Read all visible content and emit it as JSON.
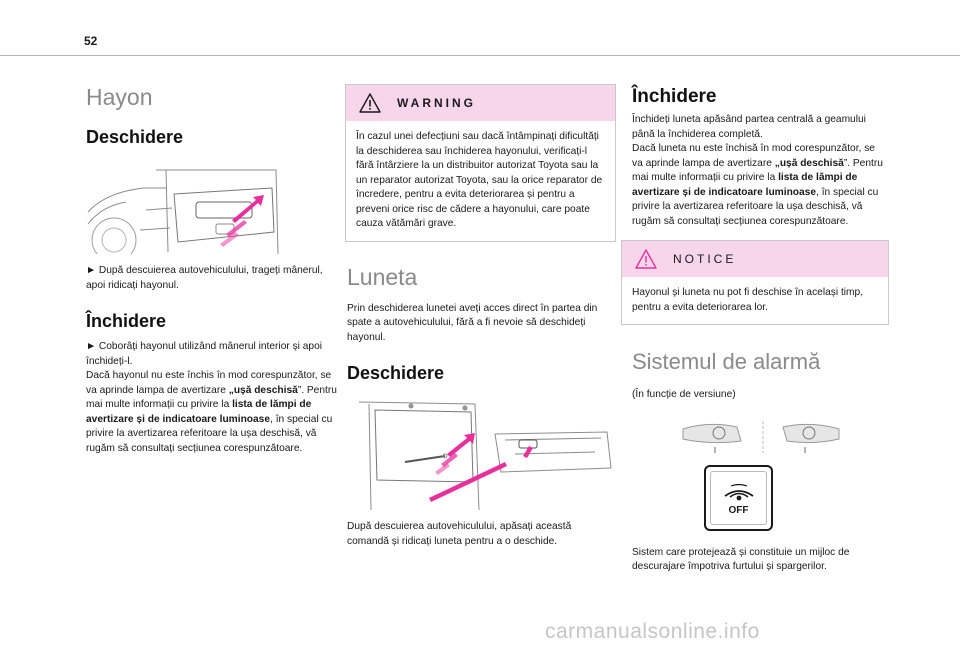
{
  "page": {
    "number": "52",
    "watermark": "carmanualsonline.info"
  },
  "left_column": {
    "title": "Hayon",
    "opening": {
      "heading": "Deschidere",
      "text": "► După descuierea autovehiculului, trageți mânerul, apoi ridicați hayonul."
    },
    "closing": {
      "heading": "Închidere",
      "p1": "► Coborâți hayonul utilizând mânerul interior și apoi închideți-l.",
      "p2": "Dacă hayonul nu este închis în mod corespunzător, se va aprinde lampa de avertizare ",
      "p2_bold": "„ușă deschisă",
      "p3": "”. Pentru mai multe informații cu privire la ",
      "p3_bold": "lista de lămpi de avertizare și de indicatoare luminoase",
      "p4": ", în special cu privire la avertizarea referitoare la ușa deschisă, vă rugăm să consultați secțiunea corespunzătoare."
    }
  },
  "middle_column": {
    "warning": {
      "label": "WARNING",
      "text": "În cazul unei defecțiuni sau dacă întâmpinați dificultăți la deschiderea sau închiderea hayonului, verificați-l fără întârziere la un distribuitor autorizat Toyota sau la un reparator autorizat Toyota, sau la orice reparator de încredere, pentru a evita deteriorarea și pentru a preveni orice risc de cădere a hayonului, care poate cauza vătămări grave."
    },
    "title": "Luneta",
    "intro": "Prin deschiderea lunetei aveți acces direct în partea din spate a autovehiculului, fără a fi nevoie să deschideți hayonul.",
    "opening": {
      "heading": "Deschidere",
      "text": "După descuierea autovehiculului, apăsați această comandă și ridicați luneta pentru a o deschide."
    }
  },
  "right_column": {
    "closing": {
      "heading": "Închidere",
      "p1": "Închideți luneta apăsând partea centrală a geamului până la închiderea completă.",
      "p2": "Dacă luneta nu este închisă în mod corespunzător, se va aprinde lampa de avertizare ",
      "p2_bold": "„ușă deschisă",
      "p3": "”. Pentru mai multe informații cu privire la ",
      "p3_bold": "lista de lămpi de avertizare și de indicatoare luminoase",
      "p4": ", în special cu privire la avertizarea referitoare la ușa deschisă, vă rugăm să consultați secțiunea corespunzătoare."
    },
    "notice": {
      "label": "NOTICE",
      "text": "Hayonul și luneta nu pot fi deschise în același timp, pentru a evita deteriorarea lor."
    },
    "alarm": {
      "title": "Sistemul de alarmă",
      "version_note": "(În funcție de versiune)",
      "button_label": "OFF",
      "text": "Sistem care protejează și constituie un mijloc de descurajare împotriva furtului și spargerilor."
    }
  },
  "colors": {
    "accent": "#e8309c",
    "box_header": "#f7d6ec",
    "heading_gray": "#8a8a8a"
  }
}
